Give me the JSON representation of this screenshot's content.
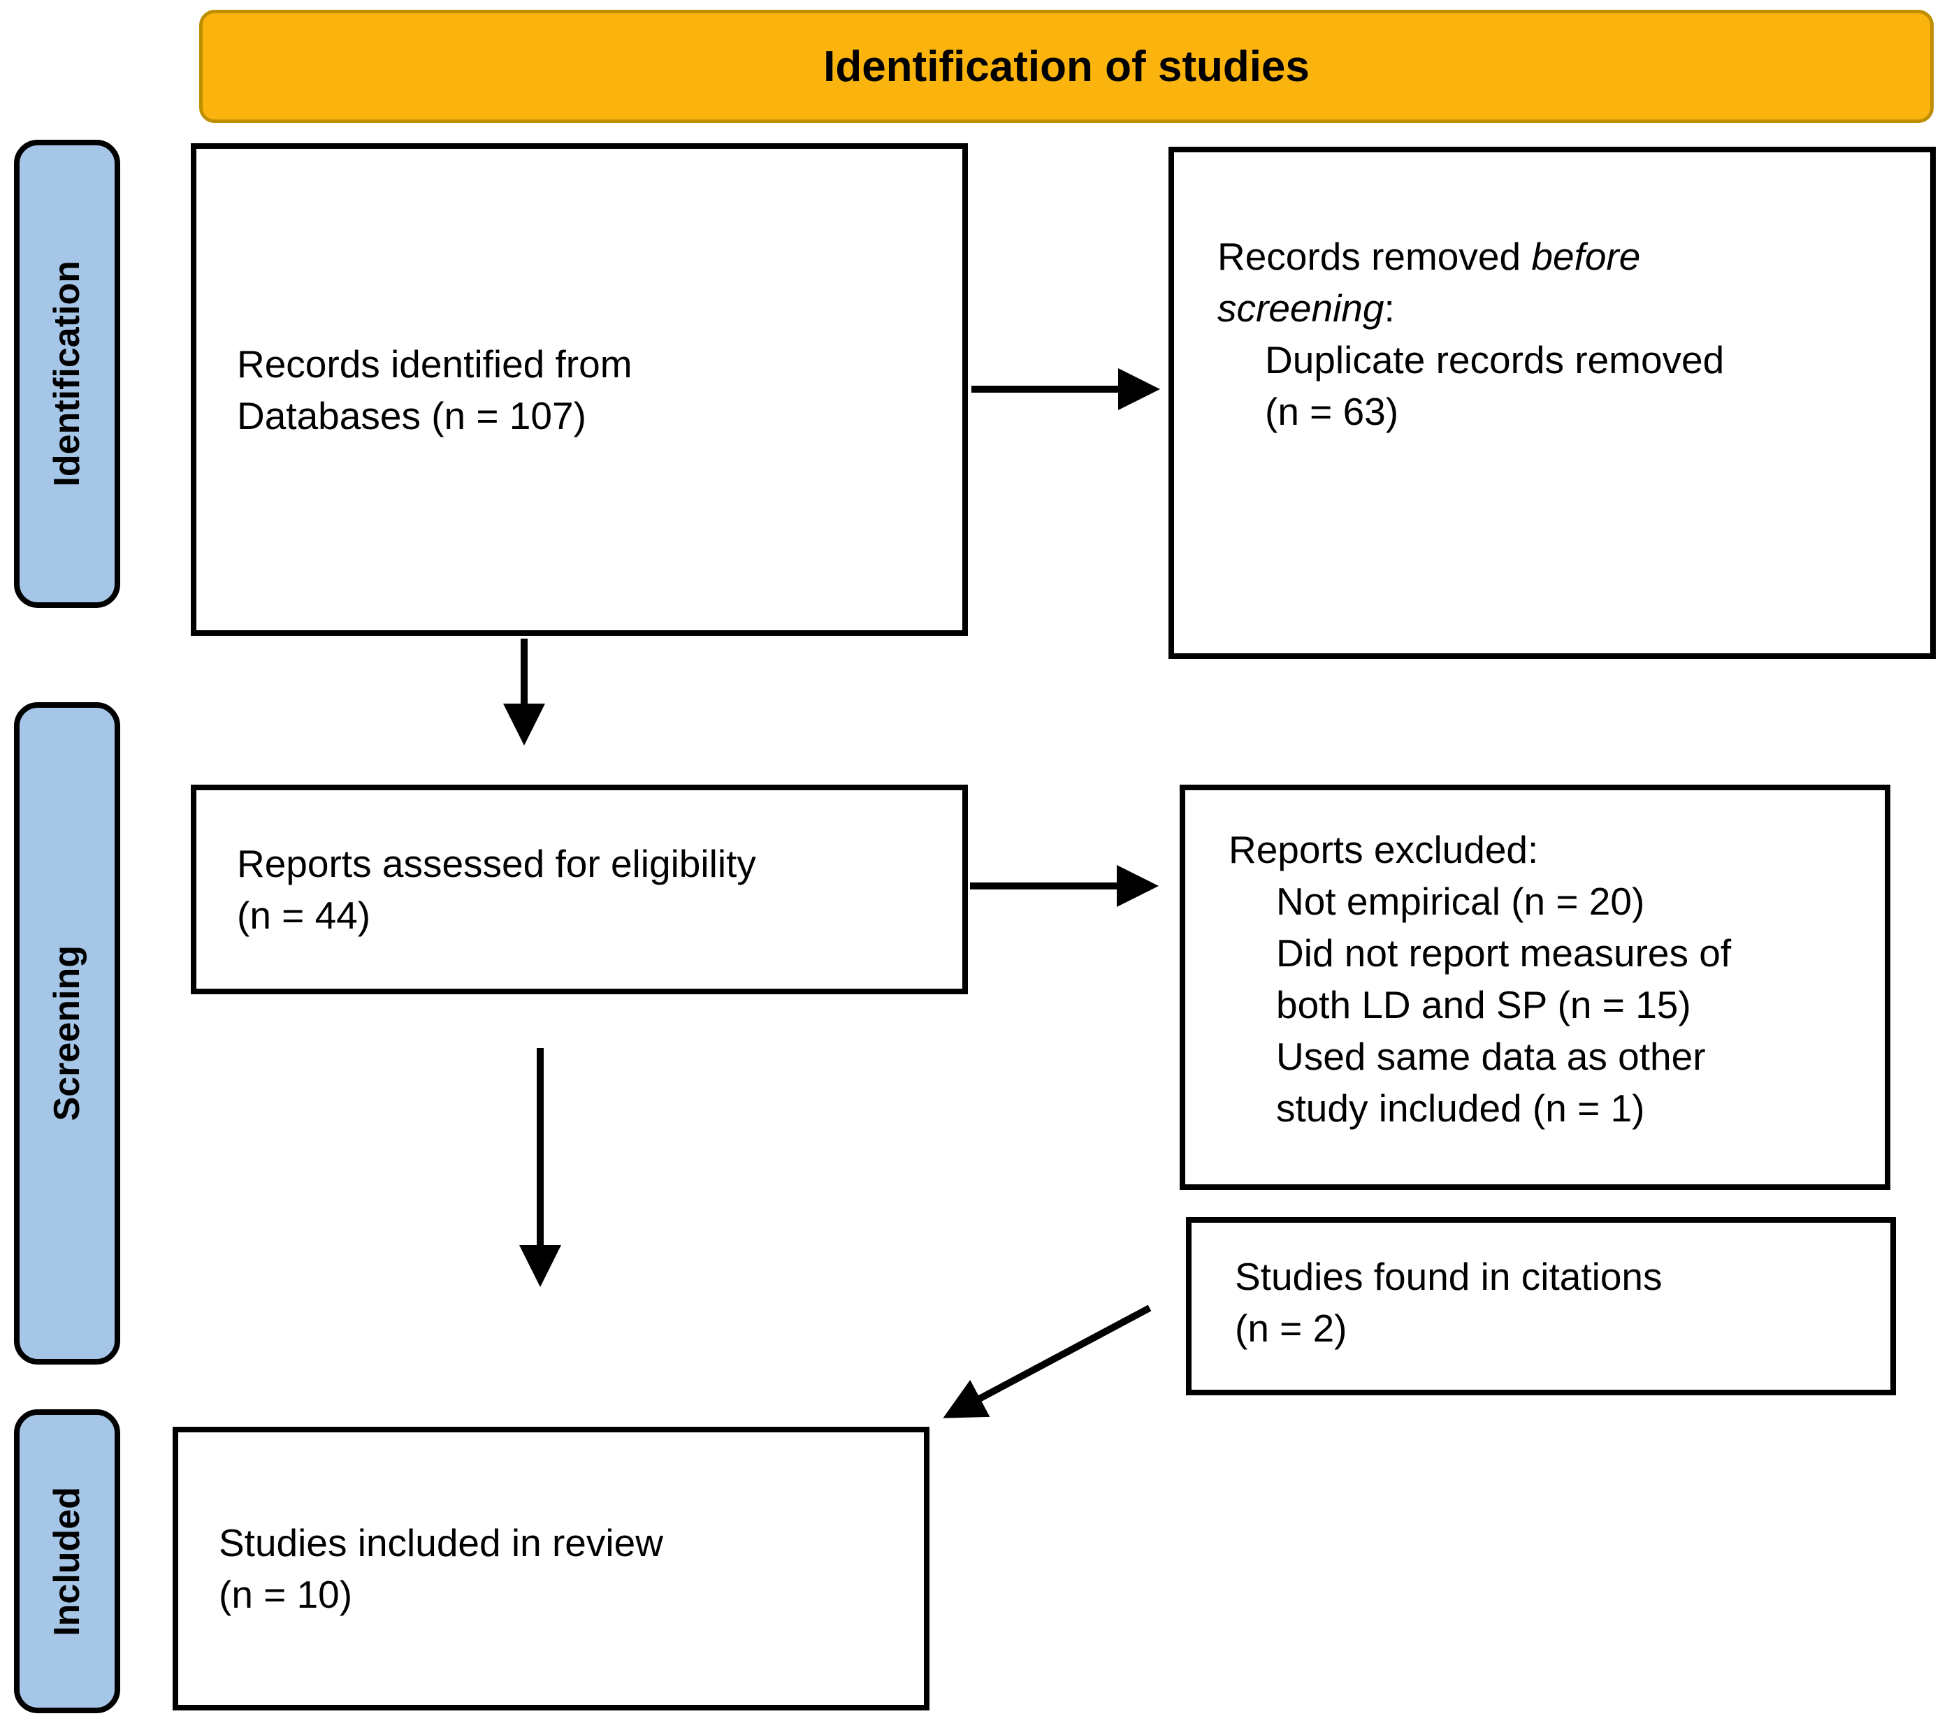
{
  "header": {
    "title": "Identification of studies"
  },
  "sidebar": {
    "items": [
      {
        "label": "Identification"
      },
      {
        "label": "Screening"
      },
      {
        "label": "Included"
      }
    ]
  },
  "boxes": {
    "records_identified": {
      "lines": [
        "Records identified from",
        "Databases (n = 107)"
      ]
    },
    "records_removed": {
      "prefix": "Records removed ",
      "italic1": "before",
      "italic2": "screening",
      "suffix": ":",
      "sub_lines": [
        "Duplicate records removed",
        "(n = 63)"
      ]
    },
    "reports_assessed": {
      "lines": [
        "Reports assessed for eligibility",
        "(n = 44)"
      ]
    },
    "reports_excluded": {
      "title": "Reports excluded:",
      "sub_lines": [
        "Not empirical (n = 20)",
        "Did not report measures of",
        "both LD and SP (n = 15)",
        "Used same data as other",
        "study included (n = 1)"
      ]
    },
    "citations": {
      "lines": [
        "Studies found in citations",
        "(n = 2)"
      ]
    },
    "included_review": {
      "lines": [
        "Studies included in review",
        "(n = 10)"
      ]
    }
  },
  "colors": {
    "header_bg": "#FBB40E",
    "header_border": "#BE8F00",
    "sidebar_bg": "#A6C6E8",
    "box_border": "#000000",
    "arrow": "#000000"
  }
}
